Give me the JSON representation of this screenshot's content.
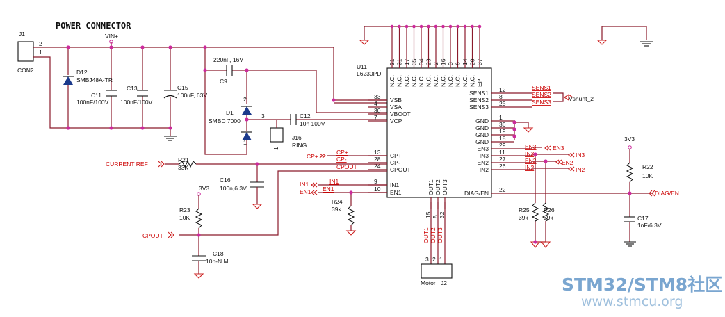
{
  "title": "POWER CONNECTOR",
  "j1": {
    "ref": "J1",
    "name": "CON2",
    "pin2": "2",
    "pin1": "1"
  },
  "vin": "VIN+",
  "d12": {
    "ref": "D12",
    "part": "SMBJ48A-TR"
  },
  "c11": {
    "ref": "C11",
    "val": "100nF/100V"
  },
  "c13": {
    "ref": "C13",
    "val": "100nF/100V"
  },
  "c15": {
    "ref": "C15",
    "val": "100uF, 63V"
  },
  "c9": {
    "ref": "C9",
    "val": "220nF, 16V"
  },
  "d1": {
    "ref": "D1",
    "part": "SMBD 7000",
    "p1": "1",
    "p2": "2",
    "p3": "3"
  },
  "c12": {
    "ref": "C12",
    "val": "10n 100V"
  },
  "j16": {
    "ref": "J16",
    "name": "RING",
    "pin": "1"
  },
  "u11": {
    "ref": "U11",
    "part": "L6230PD",
    "top_pins": [
      {
        "num": "21",
        "name": "N.C."
      },
      {
        "num": "31",
        "name": "N.C."
      },
      {
        "num": "17",
        "name": "N.C."
      },
      {
        "num": "35",
        "name": "N.C."
      },
      {
        "num": "34",
        "name": "N.C."
      },
      {
        "num": "23",
        "name": "N.C."
      },
      {
        "num": "2",
        "name": "N.C."
      },
      {
        "num": "16",
        "name": "N.C."
      },
      {
        "num": "3",
        "name": "N.C."
      },
      {
        "num": "6",
        "name": "N.C."
      },
      {
        "num": "14",
        "name": "N.C."
      },
      {
        "num": "20",
        "name": "N.C."
      },
      {
        "num": "37",
        "name": "EP"
      }
    ],
    "left_pins": [
      {
        "num": "33",
        "name": "VSB"
      },
      {
        "num": "4",
        "name": "VSA"
      },
      {
        "num": "30",
        "name": "VBOOT"
      },
      {
        "num": "7",
        "name": "VCP"
      },
      {
        "num": "13",
        "name": "CP+"
      },
      {
        "num": "28",
        "name": "CP-"
      },
      {
        "num": "24",
        "name": "CPOUT"
      },
      {
        "num": "9",
        "name": "IN1"
      },
      {
        "num": "10",
        "name": "EN1"
      }
    ],
    "right_pins": [
      {
        "num": "12",
        "name": "SENS1"
      },
      {
        "num": "8",
        "name": "SENS2"
      },
      {
        "num": "25",
        "name": "SENS3"
      },
      {
        "num": "1",
        "name": "GND"
      },
      {
        "num": "36",
        "name": "GND"
      },
      {
        "num": "19",
        "name": "GND"
      },
      {
        "num": "18",
        "name": "GND"
      },
      {
        "num": "29",
        "name": "EN3"
      },
      {
        "num": "11",
        "name": "IN3"
      },
      {
        "num": "27",
        "name": "EN2"
      },
      {
        "num": "26",
        "name": "IN2"
      },
      {
        "num": "22",
        "name": "DIAG/EN"
      }
    ],
    "bottom_pins": [
      {
        "num": "15",
        "name": "OUT1"
      },
      {
        "num": "5",
        "name": "OUT2"
      },
      {
        "num": "32",
        "name": "OUT3"
      }
    ]
  },
  "net": {
    "sens1": "SENS1",
    "sens2": "SENS2",
    "sens3": "SENS3",
    "vshunt": "Vshunt_2",
    "en3": "EN3",
    "in3": "IN3",
    "en2": "EN2",
    "in2": "IN2",
    "cpp": "CP+",
    "cpm": "CP-",
    "cpout": "CPOUT",
    "in1": "IN1",
    "en1": "EN1",
    "current_ref": "CURRENT REF",
    "diag": "DIAG/EN",
    "out1": "OUT1",
    "out2": "OUT2",
    "out3": "OUT3"
  },
  "r21": {
    "ref": "R21",
    "val": "33K"
  },
  "c16": {
    "ref": "C16",
    "val": "100n,6.3V"
  },
  "r23": {
    "ref": "R23",
    "val": "10K"
  },
  "rail_3v3": "3V3",
  "c18": {
    "ref": "C18",
    "val": "10n-N.M."
  },
  "r24": {
    "ref": "R24",
    "val": "39k"
  },
  "r25": {
    "ref": "R25",
    "val": "39k"
  },
  "r26": {
    "ref": "R26",
    "val": "39k"
  },
  "r22": {
    "ref": "R22",
    "val": "10K"
  },
  "c17": {
    "ref": "C17",
    "val": "1nF/6.3V"
  },
  "motor": {
    "name": "Motor",
    "ref": "J2",
    "p3": "3",
    "p2": "2",
    "p1": "1"
  },
  "watermark": {
    "brand": "STM32/STM8社区",
    "url": "www.stmcu.org"
  }
}
